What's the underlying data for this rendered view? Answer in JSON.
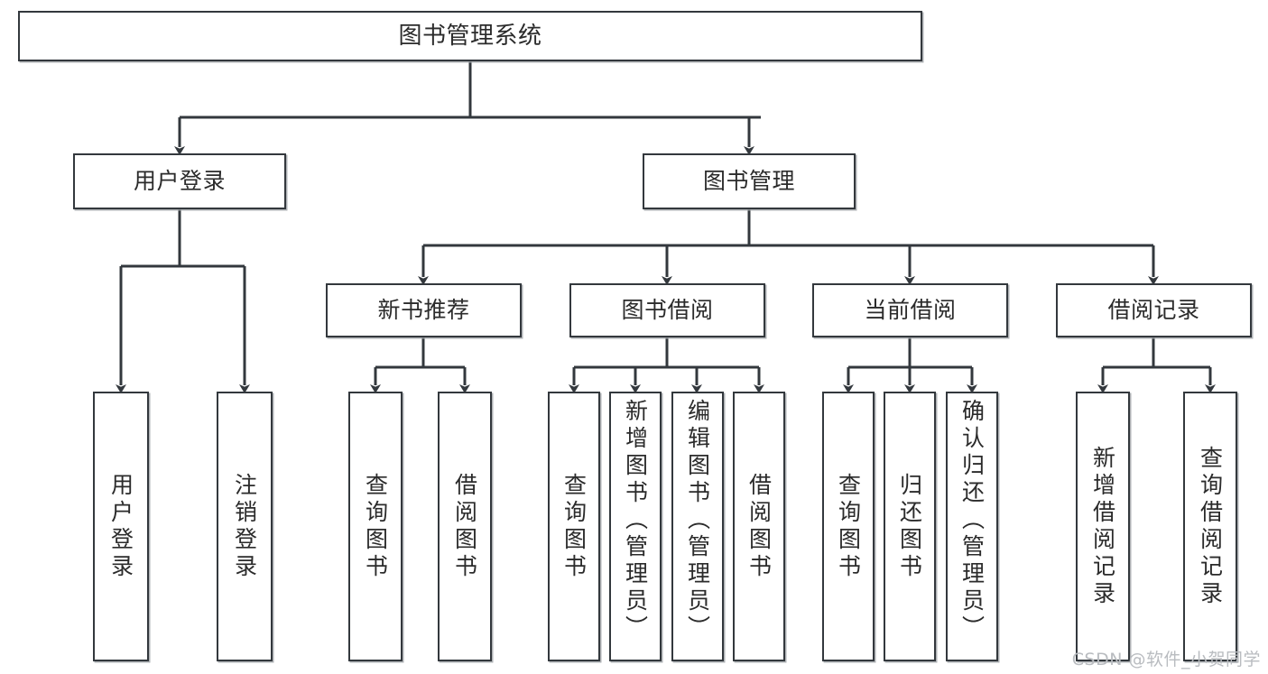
{
  "diagram": {
    "title": "图书管理系统",
    "type": "tree",
    "watermark": "CSDN @软件_小贺同学",
    "colors": {
      "node_border": "#33383d",
      "node_fill": "#ffffff",
      "edge": "#33383d",
      "text": "#2b2b2b",
      "watermark": "#b9bcc0",
      "background": "#ffffff"
    },
    "nodes": {
      "root": {
        "label": "图书管理系统"
      },
      "level2": [
        {
          "id": "user-login",
          "label": "用户登录"
        },
        {
          "id": "book-manage",
          "label": "图书管理"
        }
      ],
      "level3": [
        {
          "id": "new-book-recommend",
          "label": "新书推荐"
        },
        {
          "id": "book-borrow",
          "label": "图书借阅"
        },
        {
          "id": "current-borrow",
          "label": "当前借阅"
        },
        {
          "id": "borrow-record",
          "label": "借阅记录"
        }
      ],
      "leaves": {
        "user-login": [
          {
            "id": "leaf-user-login",
            "label": "用户登录"
          },
          {
            "id": "leaf-user-logout",
            "label": "注销登录"
          }
        ],
        "new-book-recommend": [
          {
            "id": "leaf-query-book-1",
            "label": "查询图书"
          },
          {
            "id": "leaf-borrow-book-1",
            "label": "借阅图书"
          }
        ],
        "book-borrow": [
          {
            "id": "leaf-query-book-2",
            "label": "查询图书"
          },
          {
            "id": "leaf-add-book",
            "label": "新增图书（管理员）"
          },
          {
            "id": "leaf-edit-book",
            "label": "编辑图书（管理员）"
          },
          {
            "id": "leaf-borrow-book-2",
            "label": "借阅图书"
          }
        ],
        "current-borrow": [
          {
            "id": "leaf-query-book-3",
            "label": "查询图书"
          },
          {
            "id": "leaf-return-book",
            "label": "归还图书"
          },
          {
            "id": "leaf-confirm-return",
            "label": "确认归还（管理员）"
          }
        ],
        "borrow-record": [
          {
            "id": "leaf-add-record",
            "label": "新增借阅记录"
          },
          {
            "id": "leaf-query-record",
            "label": "查询借阅记录"
          }
        ]
      }
    }
  }
}
